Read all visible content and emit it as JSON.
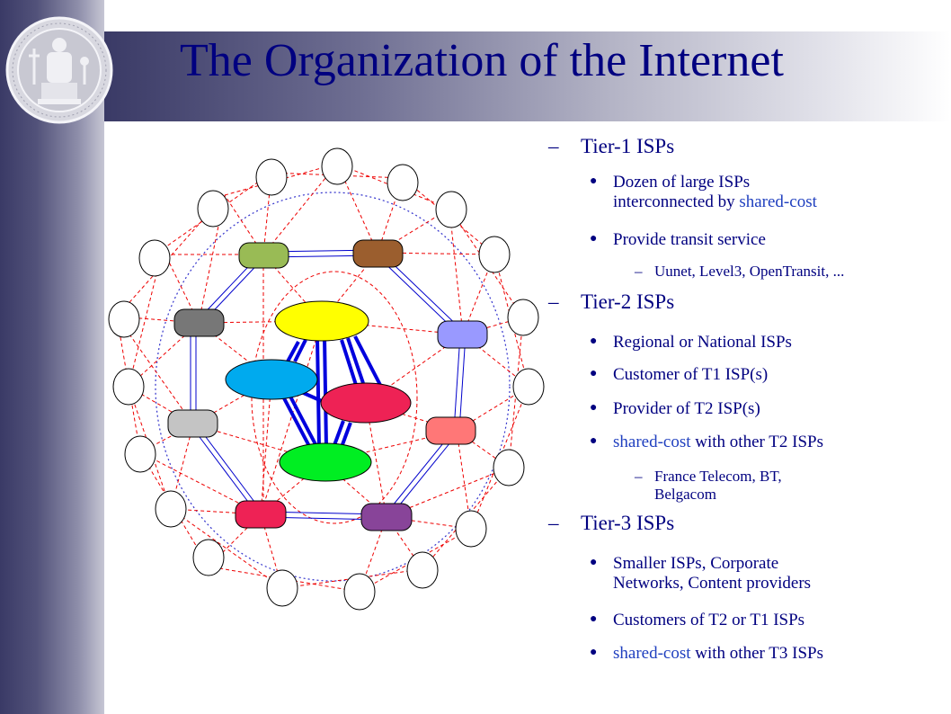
{
  "slide": {
    "title": "The Organization of the Internet"
  },
  "bullets": {
    "tier1": {
      "heading": "Tier-1 ISPs",
      "item1_line1": "Dozen of large ISPs",
      "item1_line2_a": "interconnected by ",
      "item1_line2_b": "shared-cost",
      "item2": "Provide transit service",
      "example": "Uunet, Level3, OpenTransit, ..."
    },
    "tier2": {
      "heading": "Tier-2 ISPs",
      "item1": "Regional or National ISPs",
      "item2": "Customer of T1 ISP(s)",
      "item3": "Provider of T2 ISP(s)",
      "item4_a": "shared-cost",
      "item4_b": " with other T2 ISPs",
      "example_line1": "France Telecom, BT,",
      "example_line2": "Belgacom"
    },
    "tier3": {
      "heading": "Tier-3 ISPs",
      "item1_line1": "Smaller ISPs, Corporate",
      "item1_line2": "Networks, Content providers",
      "item2": "Customers of T2 or T1 ISPs",
      "item3_a": "shared-cost",
      "item3_b": " with other T3 ISPs"
    }
  },
  "colors": {
    "title": "#000080",
    "text": "#000080",
    "highlight": "#1f3fbf",
    "tier1": [
      "#ffff00",
      "#00aaee",
      "#ee2255",
      "#00ee22"
    ],
    "tier2": [
      "#99bb55",
      "#9b5e2e",
      "#777777",
      "#9999ff",
      "#c4c4c4",
      "#ff7777",
      "#ee2255",
      "#884499"
    ],
    "peering_link": "#0000cc",
    "transit_link": "#ee0000",
    "boundary": "#3333cc"
  }
}
